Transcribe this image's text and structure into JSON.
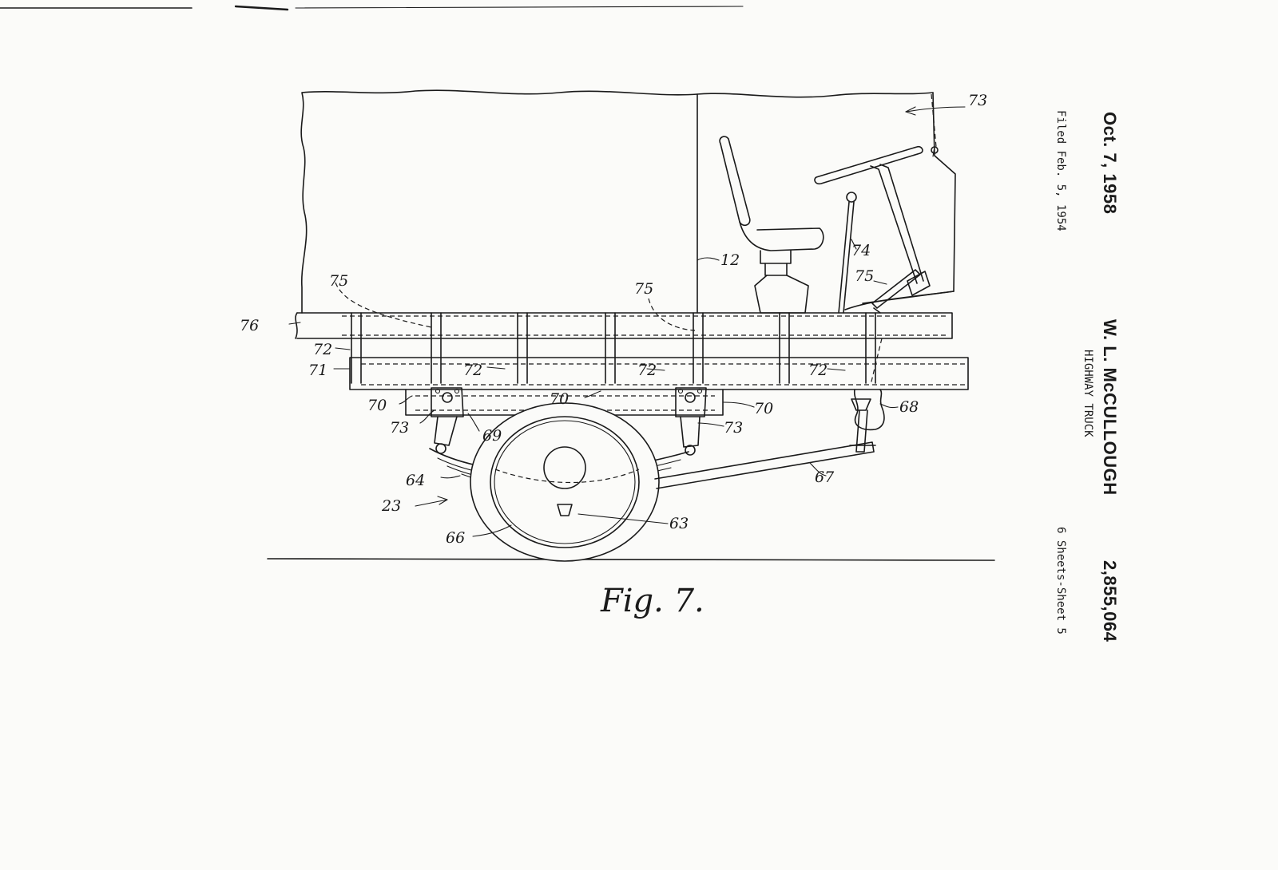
{
  "header": {
    "date": "Oct. 7, 1958",
    "filed": "Filed Feb. 5, 1954",
    "inventor": "W. L. McCULLOUGH",
    "title": "HIGHWAY TRUCK",
    "patent_number": "2,855,064",
    "sheets": "6 Sheets-Sheet 5"
  },
  "figure": {
    "caption": "Fig. 7."
  },
  "reference_numerals": [
    "73",
    "12",
    "74",
    "75",
    "75",
    "75",
    "76",
    "72",
    "71",
    "72",
    "72",
    "72",
    "70",
    "70",
    "70",
    "73",
    "69",
    "73",
    "68",
    "64",
    "67",
    "23",
    "63",
    "66"
  ]
}
